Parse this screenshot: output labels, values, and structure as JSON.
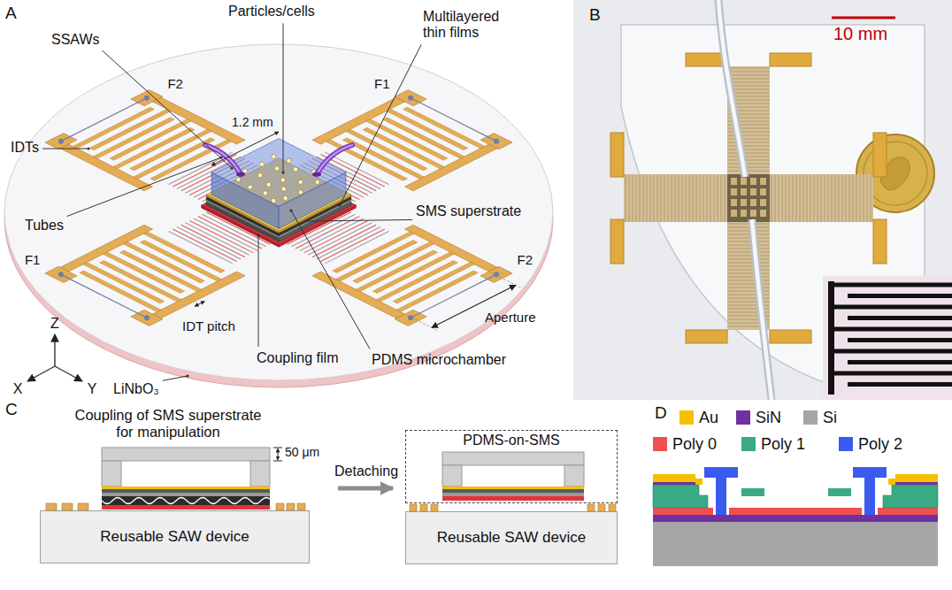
{
  "diagram": {
    "nodes": [
      {
        "text": [
          "Reusable SAW device"
        ]
      },
      {
        "text": [
          "PDMS-on-SMS"
        ]
      },
      {
        "text": [
          "Reusable SAW device"
        ]
      }
    ],
    "labels": [
      "A",
      "SSAWs",
      "Particles/cells",
      "Multilayered thin films",
      "IDTs",
      "F2",
      "1.2 mm",
      "F1",
      "Tubes",
      "SMS superstrate",
      "F1",
      "IDT pitch",
      "F2",
      "Aperture",
      "Z",
      "X",
      "Y",
      "LiNbO₃",
      "Coupling film",
      "PDMS microchamber",
      "B",
      "10 mm",
      "C",
      "Coupling of SMS superstrate for manipulation",
      "Detaching",
      "50 μm",
      "D"
    ],
    "legend": [
      {
        "text": "Au",
        "color": "#f5c000"
      },
      {
        "text": "SiN",
        "color": "#7030a0"
      },
      {
        "text": "Si",
        "color": "#a6a6a6"
      },
      {
        "text": "Poly 0",
        "color": "#f04f4f"
      },
      {
        "text": "Poly 1",
        "color": "#3aaa85"
      },
      {
        "text": "Poly 2",
        "color": "#3b5bf0"
      }
    ]
  }
}
